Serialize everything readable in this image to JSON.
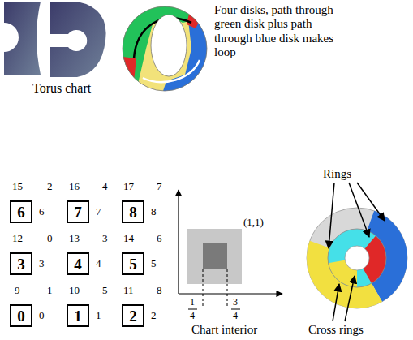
{
  "diagram": {
    "nodes": [
      {
        "text": [
          "6"
        ]
      },
      {
        "text": [
          "7"
        ]
      },
      {
        "text": [
          "8"
        ]
      },
      {
        "text": [
          "3"
        ]
      },
      {
        "text": [
          "4"
        ]
      },
      {
        "text": [
          "5"
        ]
      },
      {
        "text": [
          "0"
        ]
      },
      {
        "text": [
          "1"
        ]
      },
      {
        "text": [
          "2"
        ]
      }
    ],
    "labels": [
      "Torus chart",
      "Four disks, path through green disk plus path through blue disk makes loop",
      "15",
      "2",
      "16",
      "4",
      "17",
      "7",
      "6",
      "7",
      "8",
      "12",
      "0",
      "13",
      "3",
      "14",
      "6",
      "3",
      "4",
      "5",
      "9",
      "1",
      "10",
      "5",
      "11",
      "8",
      "0",
      "1",
      "2",
      "(1,1)",
      "1",
      "4",
      "3",
      "4",
      "Chart interior",
      "Rings",
      "Cross rings"
    ]
  }
}
